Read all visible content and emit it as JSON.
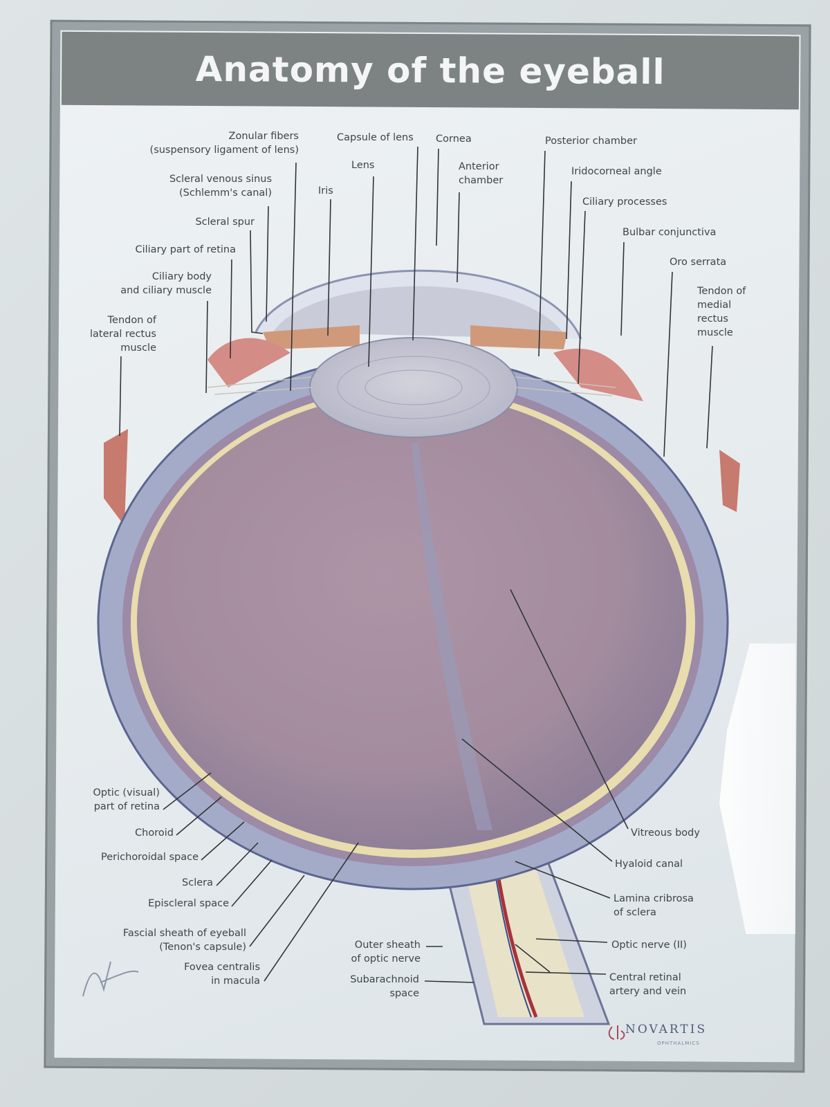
{
  "poster": {
    "title": "Anatomy of the eyeball",
    "brand": "NOVARTIS",
    "brand_sub": "OPHTHALMICS",
    "signature": "F. Netter M.D."
  },
  "labels": {
    "zonular_fibers": [
      "Zonular fibers",
      "(suspensory ligament of lens)"
    ],
    "capsule_of_lens": "Capsule of lens",
    "cornea": "Cornea",
    "posterior_chamber": "Posterior chamber",
    "scleral_venous_sinus": [
      "Scleral venous sinus",
      "(Schlemm's canal)"
    ],
    "lens": "Lens",
    "anterior_chamber": [
      "Anterior",
      "chamber"
    ],
    "iridocorneal_angle": "Iridocorneal angle",
    "iris": "Iris",
    "ciliary_processes": "Ciliary processes",
    "scleral_spur": "Scleral spur",
    "bulbar_conjunctiva": "Bulbar conjunctiva",
    "ciliary_part_of_retina": "Ciliary part of retina",
    "oro_serrata": "Oro serrata",
    "ciliary_body": [
      "Ciliary body",
      "and ciliary muscle"
    ],
    "tendon_medial_rectus": [
      "Tendon of",
      "medial",
      "rectus",
      "muscle"
    ],
    "tendon_lateral_rectus": [
      "Tendon of",
      "lateral rectus",
      "muscle"
    ],
    "optic_part_of_retina": [
      "Optic (visual)",
      "part of retina"
    ],
    "choroid": "Choroid",
    "perichoroidal_space": "Perichoroidal space",
    "sclera": "Sclera",
    "episcleral_space": "Episcleral space",
    "fascial_sheath": [
      "Fascial sheath of eyeball",
      "(Tenon's capsule)"
    ],
    "fovea_centralis": [
      "Fovea centralis",
      "in macula"
    ],
    "outer_sheath": [
      "Outer sheath",
      "of optic nerve"
    ],
    "subarachnoid_space": [
      "Subarachnoid",
      "space"
    ],
    "vitreous_body": "Vitreous body",
    "hyaloid_canal": "Hyaloid canal",
    "lamina_cribrosa": [
      "Lamina cribrosa",
      "of sclera"
    ],
    "optic_nerve": "Optic nerve (II)",
    "central_retinal_vessels": [
      "Central retinal",
      "artery and vein"
    ]
  },
  "colors": {
    "banner": "#7d8383",
    "vitreous": "#a58f9f",
    "sclera": "#9ea7c2",
    "retina_band": "#e9dcae",
    "vessel": "#a8323a"
  }
}
